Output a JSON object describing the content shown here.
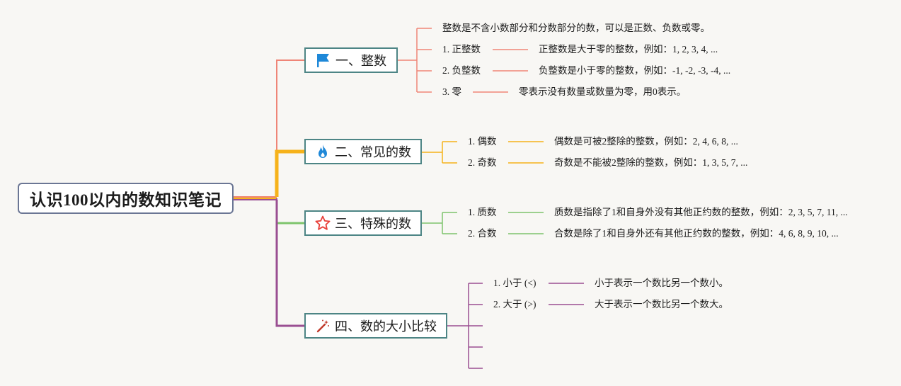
{
  "root": {
    "title": "认识100以内的数知识笔记"
  },
  "colors": {
    "branch1": "#ef8577",
    "branch2": "#f6b21a",
    "branch3": "#7ec46c",
    "branch4": "#9a4f92",
    "box_border": "#4d8585",
    "root_border": "#6b7694"
  },
  "branches": [
    {
      "icon": "flag-icon",
      "label": "一、整数",
      "intro": "整数是不含小数部分和分数部分的数，可以是正数、负数或零。",
      "items": [
        {
          "label": "1. 正整数",
          "desc": "正整数是大于零的整数，例如：1, 2, 3, 4, ..."
        },
        {
          "label": "2. 负整数",
          "desc": "负整数是小于零的整数，例如：-1, -2, -3, -4, ..."
        },
        {
          "label": "3. 零",
          "desc": "零表示没有数量或数量为零，用0表示。"
        }
      ]
    },
    {
      "icon": "flame-icon",
      "label": "二、常见的数",
      "items": [
        {
          "label": "1. 偶数",
          "desc": "偶数是可被2整除的整数，例如：2, 4, 6, 8, ..."
        },
        {
          "label": "2. 奇数",
          "desc": "奇数是不能被2整除的整数，例如：1, 3, 5, 7, ..."
        }
      ]
    },
    {
      "icon": "star-icon",
      "label": "三、特殊的数",
      "items": [
        {
          "label": "1. 质数",
          "desc": "质数是指除了1和自身外没有其他正约数的整数，例如：2, 3, 5, 7, 11, ..."
        },
        {
          "label": "2. 合数",
          "desc": "合数是除了1和自身外还有其他正约数的整数，例如：4, 6, 8, 9, 10, ..."
        }
      ]
    },
    {
      "icon": "magic-wand-icon",
      "label": "四、数的大小比较",
      "items": [
        {
          "label": "1. 小于 (<)",
          "desc": "小于表示一个数比另一个数小。"
        },
        {
          "label": "2. 大于 (>)",
          "desc": "大于表示一个数比另一个数大。"
        }
      ]
    }
  ]
}
